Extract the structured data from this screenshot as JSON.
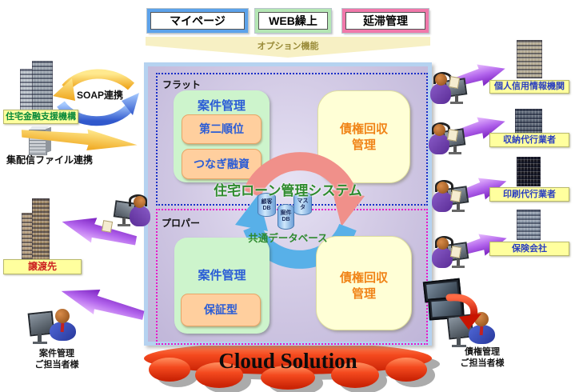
{
  "top": {
    "banner_label": "オプション機能",
    "options": [
      {
        "label": "マイページ"
      },
      {
        "label": "WEB繰上"
      },
      {
        "label": "延滞管理"
      }
    ]
  },
  "system": {
    "title": "住宅ローン管理システム",
    "flat_label": "フラット",
    "proper_label": "プロパー",
    "flat_case_title": "案件管理",
    "flat_case_items": [
      "第二順位",
      "つなぎ融資"
    ],
    "flat_collection": "債権回収\n管理",
    "proper_case_title": "案件管理",
    "proper_case_items": [
      "保証型"
    ],
    "proper_collection": "債権回収\n管理",
    "db_label": "共通データベース",
    "db_cylinders": [
      "顧客\nDB",
      "マス\nタ",
      "案件\nDB"
    ]
  },
  "cloud_label": "Cloud Solution",
  "left": {
    "soap_label": "SOAP連携",
    "agency_label": "住宅金融支援機構",
    "file_label": "集配信ファイル連携",
    "transfer_label": "譲渡先",
    "case_person_label": "案件管理\nご担当者様"
  },
  "right": {
    "partners": [
      "個人信用情報機関",
      "収納代行業者",
      "印刷代行業者",
      "保険会社"
    ],
    "debt_person_label": "債権管理\nご担当者様"
  },
  "colors": {
    "option_borders": [
      "#5ca2ea",
      "#b4e6b4",
      "#f078aa"
    ],
    "label_yellow": "#ffff9e",
    "cloud_red": "#e83a12",
    "cycle_blue": "#58b0e8",
    "cycle_pink": "#f0908a"
  }
}
